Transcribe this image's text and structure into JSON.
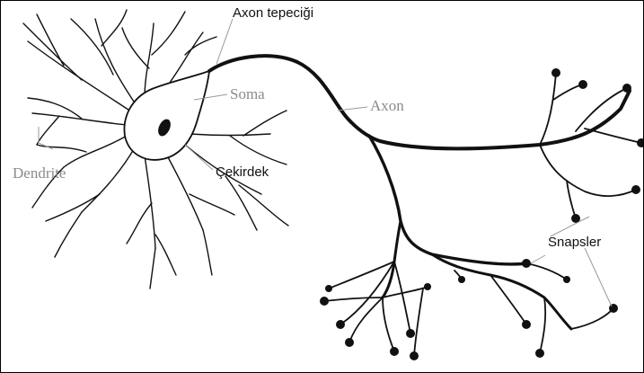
{
  "diagram": {
    "labels": {
      "axon_hillock": "Axon tepeciği",
      "soma": "Soma",
      "axon": "Axon",
      "nucleus": "Çekirdek",
      "dendrite": "Dendrite",
      "synapses": "Snapsler"
    },
    "colors": {
      "border": "#000000",
      "ink": "#111111",
      "pointer": "#9a9a9a",
      "faint_label": "#8a8a8a"
    }
  }
}
